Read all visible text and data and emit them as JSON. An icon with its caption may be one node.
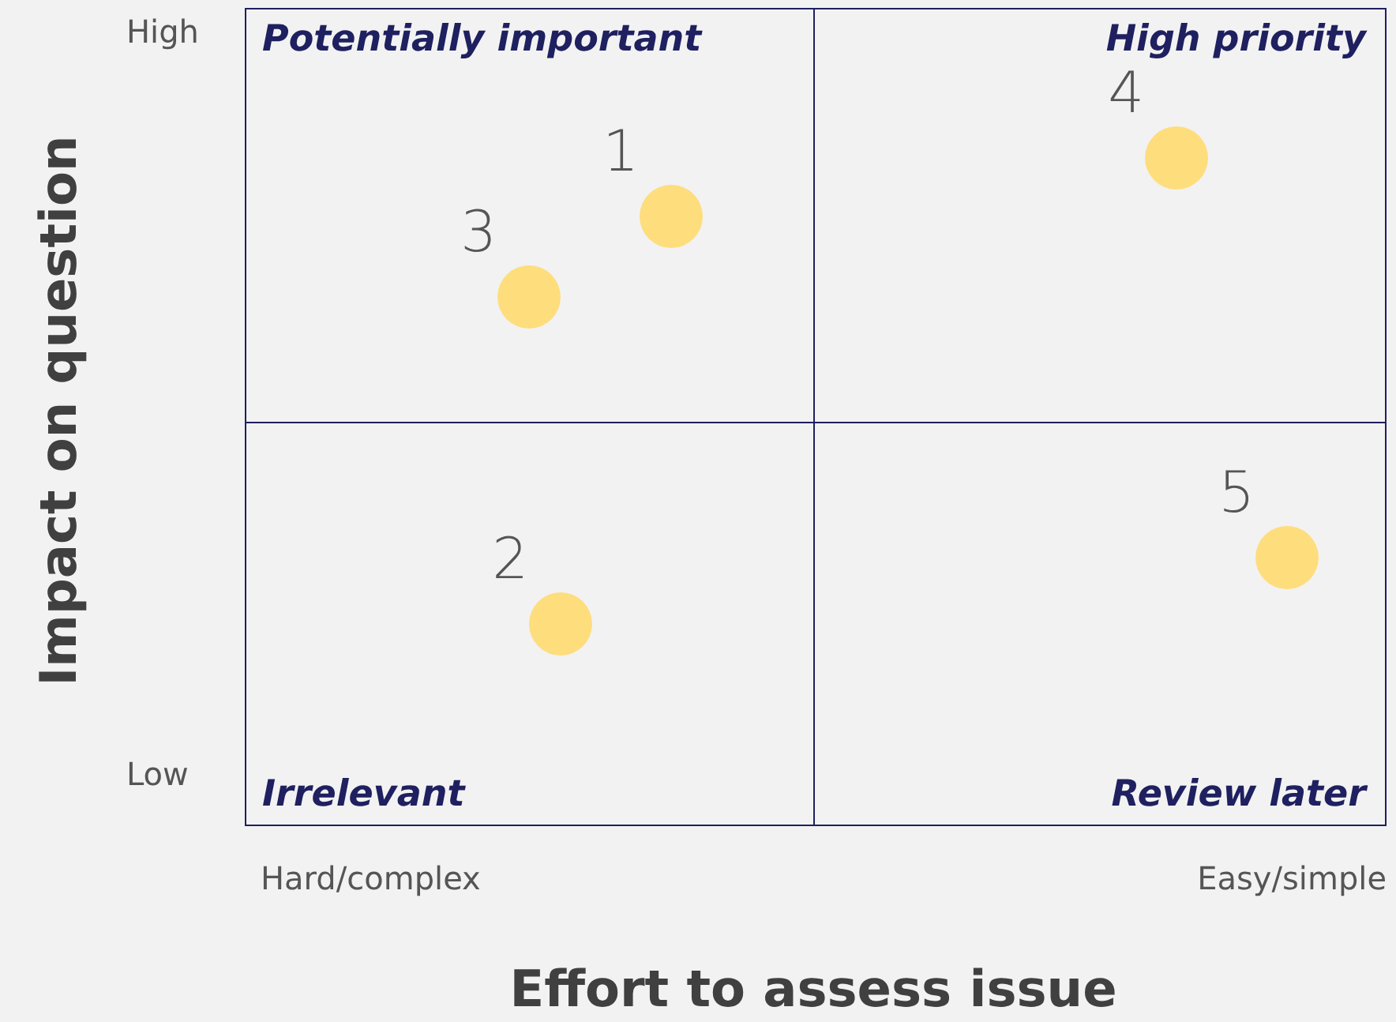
{
  "diagram": {
    "nodes": [
      {
        "text": [
          "Potentially important"
        ]
      },
      {
        "text": [
          "High priority"
        ]
      },
      {
        "text": [
          "Irrelevant"
        ]
      },
      {
        "text": [
          "Review later"
        ]
      },
      {
        "text": [],
        "shape": "circle",
        "in": 0,
        "beside": [
          "1"
        ]
      },
      {
        "text": [],
        "shape": "circle",
        "in": 2,
        "beside": [
          "2"
        ]
      },
      {
        "text": [],
        "shape": "circle",
        "in": 0,
        "beside": [
          "3"
        ]
      },
      {
        "text": [],
        "shape": "circle",
        "in": 1,
        "beside": [
          "4"
        ]
      },
      {
        "text": [],
        "shape": "circle",
        "in": 3,
        "beside": [
          "5"
        ]
      }
    ],
    "labels": [
      "High",
      "Impact on question",
      "Low",
      "Hard/complex",
      "Easy/simple",
      "Effort to assess issue"
    ]
  }
}
